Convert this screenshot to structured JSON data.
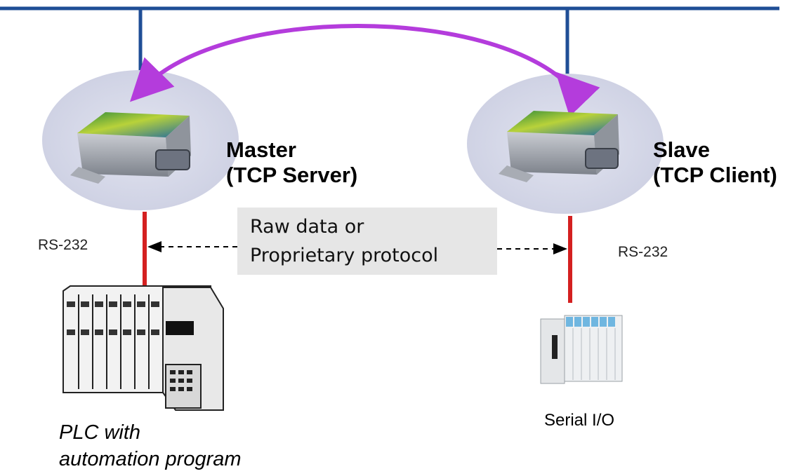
{
  "master": {
    "line1": "Master",
    "line2": "(TCP Server)"
  },
  "slave": {
    "line1": "Slave",
    "line2": "(TCP Client)"
  },
  "left_port_label": "RS-232",
  "right_port_label": "RS-232",
  "protocol": {
    "line1": "Raw data or",
    "line2": "Proprietary protocol"
  },
  "plc_label": {
    "line1": "PLC with",
    "line2": "automation program"
  },
  "serial_io_label": "Serial I/O",
  "colors": {
    "network_line": "#1f4e96",
    "arc": "#b43cdc",
    "serial_cable": "#d42020",
    "halo": "#d4d6e6",
    "protocol_box": "#e6e6e6"
  }
}
